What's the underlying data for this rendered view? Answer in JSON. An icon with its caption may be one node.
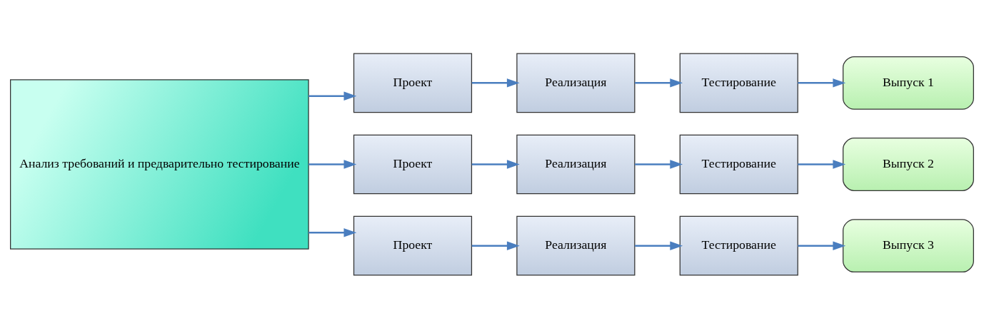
{
  "diagram": {
    "nodes": [
      {
        "text": [
          "Анализ требований и предварительно тестирование"
        ]
      },
      {
        "text": [
          "Проект"
        ]
      },
      {
        "text": [
          "Реализация"
        ]
      },
      {
        "text": [
          "Тестирование"
        ]
      },
      {
        "text": [
          "Выпуск 1"
        ]
      },
      {
        "text": [
          "Проект"
        ]
      },
      {
        "text": [
          "Реализация"
        ]
      },
      {
        "text": [
          "Тестирование"
        ]
      },
      {
        "text": [
          "Выпуск 2"
        ]
      },
      {
        "text": [
          "Проект"
        ]
      },
      {
        "text": [
          "Реализация"
        ]
      },
      {
        "text": [
          "Тестирование"
        ]
      },
      {
        "text": [
          "Выпуск 3"
        ]
      }
    ],
    "edges": [
      {
        "from": 0,
        "to": 1,
        "arrow": "to"
      },
      {
        "from": 1,
        "to": 2,
        "arrow": "to"
      },
      {
        "from": 2,
        "to": 3,
        "arrow": "to"
      },
      {
        "from": 3,
        "to": 4,
        "arrow": "to"
      },
      {
        "from": 0,
        "to": 5,
        "arrow": "to"
      },
      {
        "from": 5,
        "to": 6,
        "arrow": "to"
      },
      {
        "from": 6,
        "to": 7,
        "arrow": "to"
      },
      {
        "from": 7,
        "to": 8,
        "arrow": "to"
      },
      {
        "from": 0,
        "to": 9,
        "arrow": "to"
      },
      {
        "from": 9,
        "to": 10,
        "arrow": "to"
      },
      {
        "from": 10,
        "to": 11,
        "arrow": "to"
      },
      {
        "from": 11,
        "to": 12,
        "arrow": "to"
      }
    ]
  }
}
